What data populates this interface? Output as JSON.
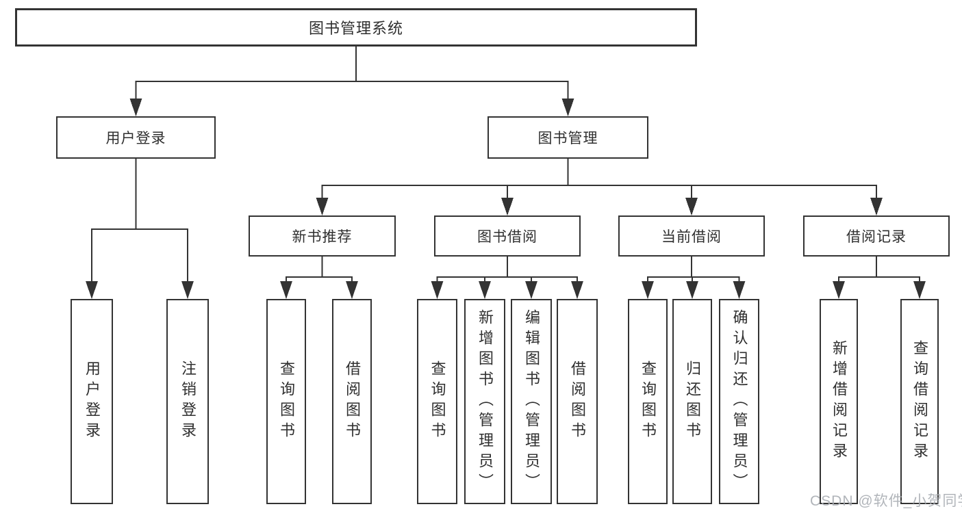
{
  "title": "图书管理系统",
  "diagram_type": "hierarchy-tree",
  "colors": {
    "line": "#333333",
    "box_border": "#333333",
    "text": "#2f2f2f",
    "watermark": "#a9adb3"
  },
  "tree": {
    "label": "图书管理系统",
    "children": [
      {
        "label": "用户登录",
        "children": [
          {
            "label": "用户登录"
          },
          {
            "label": "注销登录"
          }
        ]
      },
      {
        "label": "图书管理",
        "children": [
          {
            "label": "新书推荐",
            "children": [
              {
                "label": "查询图书"
              },
              {
                "label": "借阅图书"
              }
            ]
          },
          {
            "label": "图书借阅",
            "children": [
              {
                "label": "查询图书"
              },
              {
                "label": "新增图书（管理员）"
              },
              {
                "label": "编辑图书（管理员）"
              },
              {
                "label": "借阅图书"
              }
            ]
          },
          {
            "label": "当前借阅",
            "children": [
              {
                "label": "查询图书"
              },
              {
                "label": "归还图书"
              },
              {
                "label": "确认归还（管理员）"
              }
            ]
          },
          {
            "label": "借阅记录",
            "children": [
              {
                "label": "新增借阅记录"
              },
              {
                "label": "查询借阅记录"
              }
            ]
          }
        ]
      }
    ]
  },
  "watermark": "CSDN @软件_小贺同学"
}
